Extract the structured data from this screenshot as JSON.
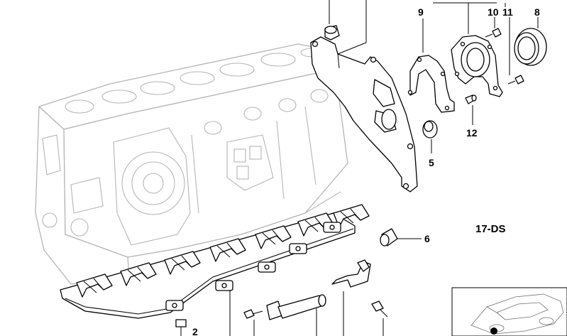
{
  "diagram": {
    "code": "17-DS",
    "callouts": {
      "c9": "9",
      "c10": "10",
      "c11": "11",
      "c8": "8",
      "c12": "12",
      "c5": "5",
      "c6": "6",
      "c2": "2"
    }
  }
}
